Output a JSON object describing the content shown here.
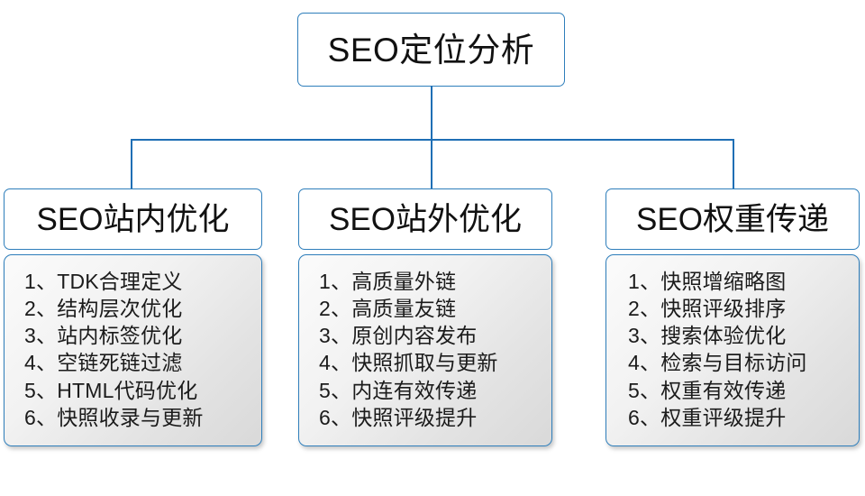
{
  "diagram": {
    "title": "SEO定位分析",
    "accent_color": "#2e7ebb",
    "connector_color": "#1f6fb5",
    "node_fill": "#ffffff",
    "panel_fill": "#e9e9e9",
    "text_color": "#111111",
    "root": {
      "label": "SEO定位分析"
    },
    "branches": [
      {
        "title": "SEO站内优化",
        "items": [
          "1、TDK合理定义",
          "2、结构层次优化",
          "3、站内标签优化",
          "4、空链死链过滤",
          "5、HTML代码优化",
          "6、快照收录与更新"
        ]
      },
      {
        "title": "SEO站外优化",
        "items": [
          "1、高质量外链",
          "2、高质量友链",
          "3、原创内容发布",
          "4、快照抓取与更新",
          "5、内连有效传递",
          "6、快照评级提升"
        ]
      },
      {
        "title": "SEO权重传递",
        "items": [
          "1、快照增缩略图",
          "2、快照评级排序",
          "3、搜索体验优化",
          "4、检索与目标访问",
          "5、权重有效传递",
          "6、权重评级提升"
        ]
      }
    ]
  }
}
